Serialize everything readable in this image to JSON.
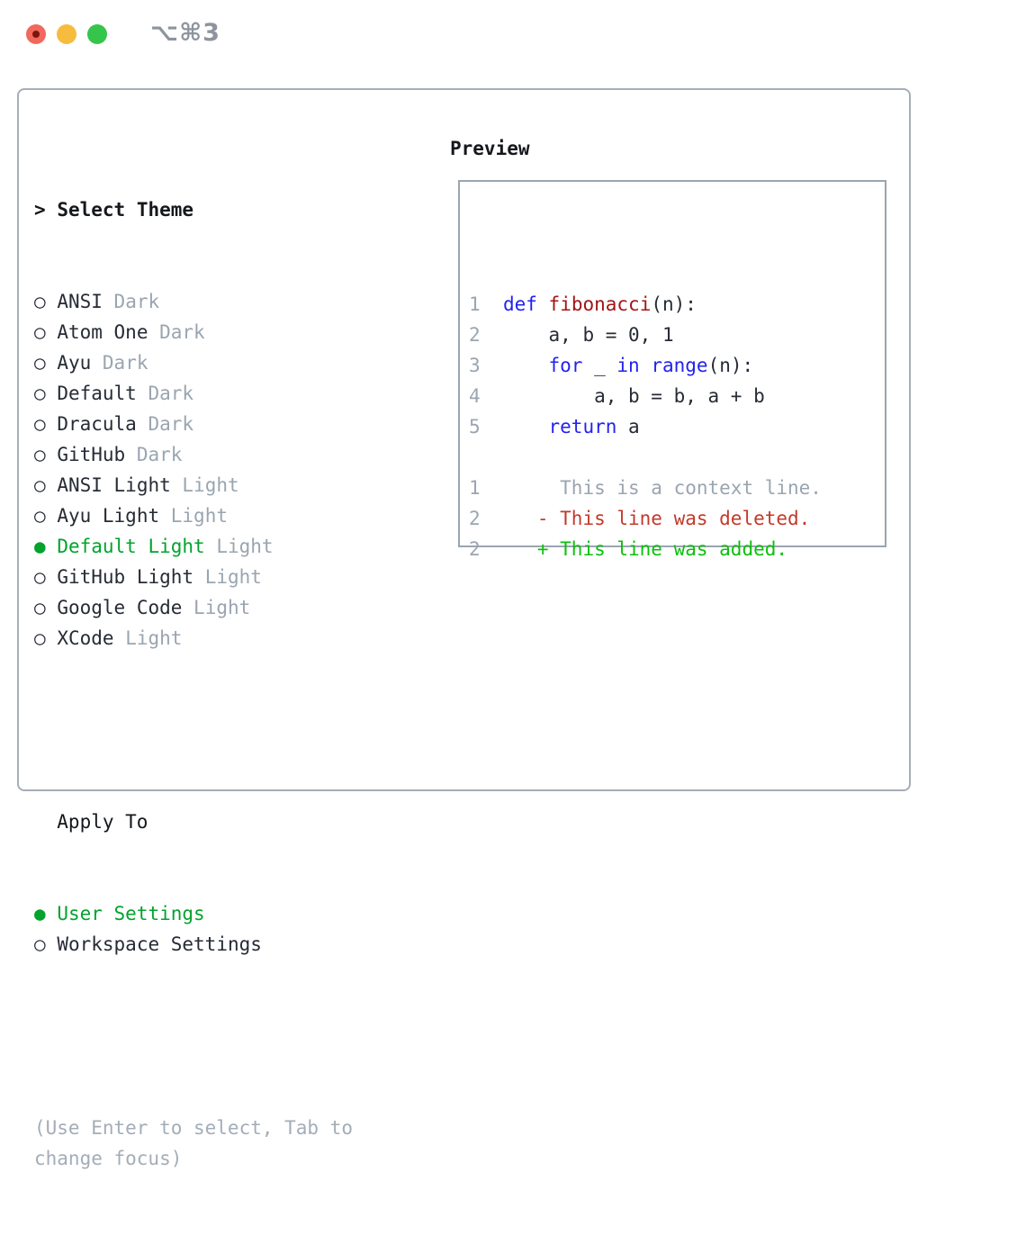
{
  "window": {
    "shortcut": "⌥⌘3"
  },
  "colors": {
    "accent_green": "#03a32e",
    "keyword_blue": "#2222ee",
    "function_red": "#a31515",
    "deleted_red": "#c4392a",
    "added_green": "#09c109",
    "muted_gray": "#9aa5b1",
    "border_gray": "#a6aeb9"
  },
  "theme_panel": {
    "title_prefix": ">",
    "title": "Select Theme",
    "items": [
      {
        "name": "ANSI",
        "variant": "Dark",
        "selected": false
      },
      {
        "name": "Atom One",
        "variant": "Dark",
        "selected": false
      },
      {
        "name": "Ayu",
        "variant": "Dark",
        "selected": false
      },
      {
        "name": "Default",
        "variant": "Dark",
        "selected": false
      },
      {
        "name": "Dracula",
        "variant": "Dark",
        "selected": false
      },
      {
        "name": "GitHub",
        "variant": "Dark",
        "selected": false
      },
      {
        "name": "ANSI Light",
        "variant": "Light",
        "selected": false
      },
      {
        "name": "Ayu Light",
        "variant": "Light",
        "selected": false
      },
      {
        "name": "Default Light",
        "variant": "Light",
        "selected": true
      },
      {
        "name": "GitHub Light",
        "variant": "Light",
        "selected": false
      },
      {
        "name": "Google Code",
        "variant": "Light",
        "selected": false
      },
      {
        "name": "XCode",
        "variant": "Light",
        "selected": false
      }
    ]
  },
  "apply_panel": {
    "title": "Apply To",
    "items": [
      {
        "label": "User Settings",
        "selected": true
      },
      {
        "label": "Workspace Settings",
        "selected": false
      }
    ]
  },
  "footer_hint": "(Use Enter to select, Tab to change focus)",
  "preview": {
    "title": "Preview",
    "lines": [
      {
        "n": "",
        "segs": []
      },
      {
        "n": "1",
        "segs": [
          {
            "t": "  ",
            "c": ""
          },
          {
            "t": "def",
            "c": "kw"
          },
          {
            "t": " ",
            "c": ""
          },
          {
            "t": "fibonacci",
            "c": "fn"
          },
          {
            "t": "(n):",
            "c": ""
          }
        ]
      },
      {
        "n": "2",
        "segs": [
          {
            "t": "      a, b = 0, 1",
            "c": ""
          }
        ]
      },
      {
        "n": "3",
        "segs": [
          {
            "t": "      ",
            "c": ""
          },
          {
            "t": "for",
            "c": "kw"
          },
          {
            "t": " _ ",
            "c": ""
          },
          {
            "t": "in",
            "c": "kw"
          },
          {
            "t": " ",
            "c": ""
          },
          {
            "t": "range",
            "c": "kw"
          },
          {
            "t": "(n):",
            "c": ""
          }
        ]
      },
      {
        "n": "4",
        "segs": [
          {
            "t": "          a, b = b, a + b",
            "c": ""
          }
        ]
      },
      {
        "n": "5",
        "segs": [
          {
            "t": "      ",
            "c": ""
          },
          {
            "t": "return",
            "c": "kw"
          },
          {
            "t": " a",
            "c": ""
          }
        ]
      },
      {
        "n": "",
        "segs": []
      },
      {
        "n": "1",
        "segs": [
          {
            "t": "       This is a context line.",
            "c": "ctx"
          }
        ]
      },
      {
        "n": "2",
        "segs": [
          {
            "t": "     - This line was deleted.",
            "c": "del"
          }
        ]
      },
      {
        "n": "2",
        "segs": [
          {
            "t": "     + This line was added.",
            "c": "add"
          }
        ]
      }
    ]
  },
  "glyphs": {
    "radio_off": "○",
    "radio_on": "●"
  }
}
